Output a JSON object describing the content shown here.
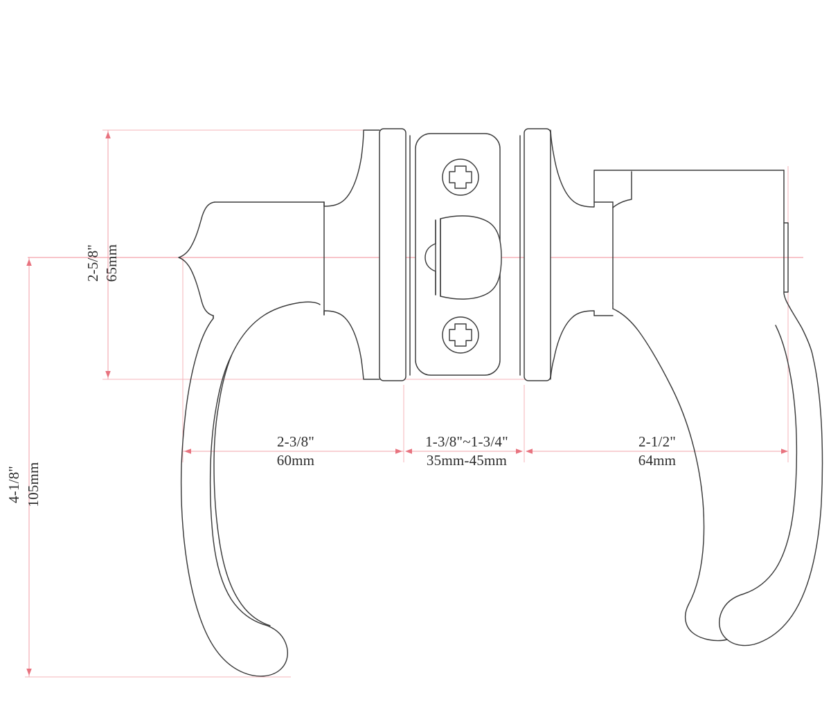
{
  "drawing": {
    "title": "Door Lever Lockset Dimensional Drawing",
    "background_color": "#ffffff",
    "outline_color": "#3a3a3a",
    "dimension_color": "#f2a0a8",
    "dimension_text_color": "#2b2b2b"
  },
  "dimensions": {
    "backset": {
      "imperial": "2-3/8\"",
      "metric": "60mm",
      "orientation": "horizontal"
    },
    "door_thickness": {
      "imperial": "1-3/8\"~1-3/4\"",
      "metric": "35mm-45mm",
      "orientation": "horizontal"
    },
    "lever_projection": {
      "imperial": "2-1/2\"",
      "metric": "64mm",
      "orientation": "horizontal"
    },
    "rose_height": {
      "imperial": "2-5/8\"",
      "metric": "65mm",
      "orientation": "vertical"
    },
    "overall_height": {
      "imperial": "4-1/8\"",
      "metric": "105mm",
      "orientation": "vertical"
    }
  },
  "components": {
    "left_lever": "left-lever-handle",
    "right_lever": "right-lever-handle",
    "left_rose": "left-rose-escutcheon",
    "right_rose": "right-rose-escutcheon",
    "latch_faceplate": "latch-faceplate",
    "latch_bolt": "latch-bolt",
    "screw_top": "phillips-screw-top",
    "screw_bottom": "phillips-screw-bottom"
  }
}
